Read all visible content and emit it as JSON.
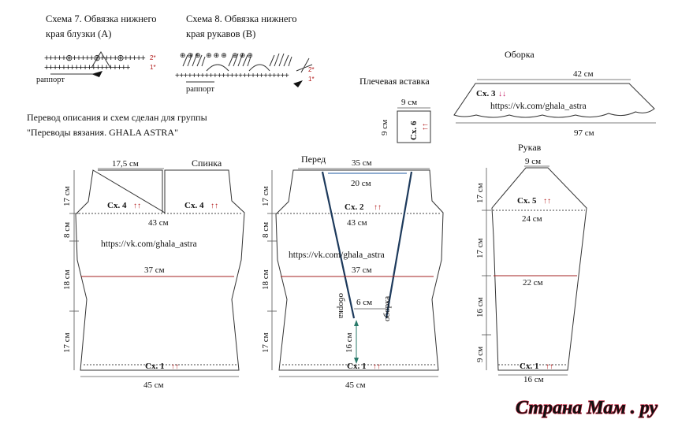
{
  "schemes": {
    "s7_title_1": "Схема 7. Обвязка нижнего",
    "s7_title_2": "края блузки (А)",
    "s8_title_1": "Схема 8. Обвязка нижнего",
    "s8_title_2": "края рукавов (В)",
    "rapport": "раппорт",
    "row1": "1*",
    "row2": "2*"
  },
  "credits": {
    "line1": "Перевод описания и схем сделан для группы",
    "line2": "\"Переводы вязания. GHALA ASTRA\""
  },
  "url": "https://vk.com/ghala_astra",
  "shoulder": {
    "title": "Плечевая вставка",
    "width": "9 см",
    "height": "9 см",
    "scheme": "Сх. 6",
    "arrows": "↑↑"
  },
  "ruffle": {
    "title": "Оборка",
    "top": "42 см",
    "bottom": "97 см",
    "scheme": "Сх. 3",
    "arrows": "↓↓"
  },
  "back": {
    "title": "Спинка",
    "shoulder_width": "17,5 см",
    "left_scheme": "Сх. 4",
    "right_scheme": "Сх. 4",
    "arrows": "↑↑",
    "chest": "43 см",
    "waist": "37 см",
    "hem": "45 см",
    "hem_scheme": "Сх. 1",
    "v1": "17 см",
    "v2": "8 см",
    "v3": "18 см",
    "v4": "17 см"
  },
  "front": {
    "title": "Перед",
    "top": "35 см",
    "neck": "20 см",
    "scheme": "Сх. 2",
    "arrows": "↑↑",
    "chest": "43 см",
    "waist": "37 см",
    "slit": "6 см",
    "slit_len": "16 см",
    "ruffle_label": "оборка",
    "hem": "45 см",
    "hem_scheme": "Сх. 1",
    "v1": "17 см",
    "v2": "8 см",
    "v3": "18 см",
    "v4": "17 см"
  },
  "sleeve": {
    "title": "Рукав",
    "top": "9 см",
    "scheme": "Сх. 5",
    "arrows": "↑↑",
    "w1": "24 см",
    "w2": "22 см",
    "w3": "16 см",
    "hem_scheme": "Сх. 1",
    "v1": "17 см",
    "v2": "17 см",
    "v3": "16 см",
    "v4": "9 см"
  },
  "watermark": "Страна Мам . ру"
}
